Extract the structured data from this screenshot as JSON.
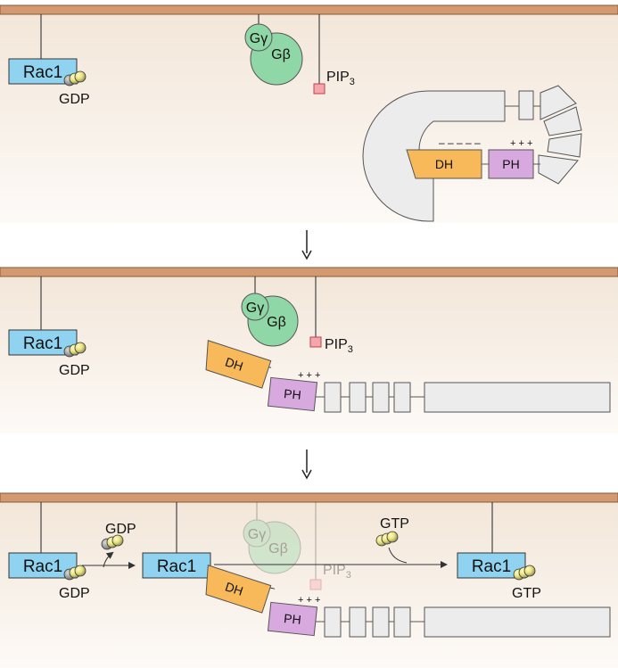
{
  "labels": {
    "rac1": "Rac1",
    "gdp": "GDP",
    "gtp": "GTP",
    "pip": "PIP",
    "pip_sub": "3",
    "g_gamma": "Gγ",
    "g_beta": "Gβ",
    "dh": "DH",
    "ph": "PH",
    "minus": "– – – – –",
    "plus": "+ + +"
  },
  "colors": {
    "membrane": "#d39a72",
    "rac1": "#8fd3f0",
    "g_protein": "#8fd7a6",
    "dh": "#f7b95a",
    "ph": "#d7a9df",
    "pip3": "#e7717a",
    "gray_domain": "#ececec"
  },
  "panels": [
    {
      "id": "inactive-folded"
    },
    {
      "id": "membrane-recruited"
    },
    {
      "id": "rac1-activated"
    }
  ]
}
